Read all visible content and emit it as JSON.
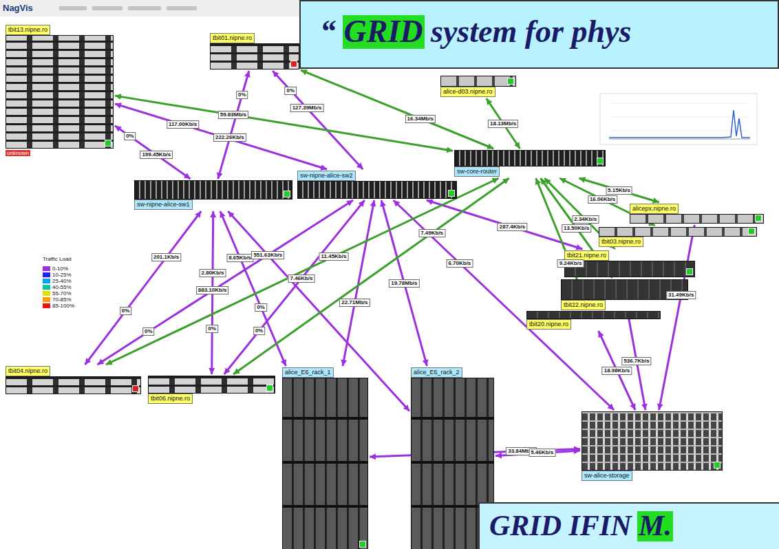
{
  "diagram": {
    "title": "“ GRID system for phys",
    "caption": "GRID IFIN M.",
    "nodes": [
      {
        "text": [
          "tbit13.nipne.ro"
        ]
      },
      {
        "text": [
          "tbit01.nipne.ro"
        ]
      },
      {
        "text": [
          "alice-d03.nipne.ro"
        ]
      },
      {
        "text": [
          "sw-core-router"
        ]
      },
      {
        "text": [
          "sw-nipne-alice-sw1"
        ]
      },
      {
        "text": [
          "sw-nipne-alice-sw2"
        ]
      },
      {
        "text": [
          "alicepx.nipne.ro"
        ]
      },
      {
        "text": [
          "tbit03.nipne.ro"
        ]
      },
      {
        "text": [
          "tbit21.nipne.ro"
        ]
      },
      {
        "text": [
          "tbit22.nipne.ro"
        ]
      },
      {
        "text": [
          "tbit20.nipne.ro"
        ]
      },
      {
        "text": [
          "tbit04.nipne.ro"
        ]
      },
      {
        "text": [
          "tbit06.nipne.ro"
        ]
      },
      {
        "text": [
          "alice_E6_rack_1"
        ]
      },
      {
        "text": [
          "alice_E6_rack_2"
        ]
      },
      {
        "text": [
          "sw-alice-storage"
        ]
      }
    ],
    "edges": [
      {
        "from": 0,
        "to": 4,
        "label": "199.45Kb/s",
        "arrow": "both"
      },
      {
        "from": 0,
        "to": 5,
        "label": "117.00Kb/s",
        "arrow": "both"
      },
      {
        "from": 1,
        "to": 4,
        "label": "222.26Kb/s",
        "arrow": "both"
      },
      {
        "from": 1,
        "to": 5,
        "label": "127.39Mb/s",
        "arrow": "both"
      },
      {
        "from": 4,
        "to": 11,
        "label": "201.1Kb/s",
        "arrow": "both"
      },
      {
        "from": 4,
        "to": 12,
        "label": "2.80Kb/s",
        "arrow": "both"
      },
      {
        "from": 4,
        "to": 13,
        "label": "8.65Kb/s",
        "arrow": "both"
      },
      {
        "from": 4,
        "to": 14,
        "label": "551.63Kb/s",
        "arrow": "both"
      },
      {
        "from": 5,
        "to": 11,
        "label": "883.10Kb/s",
        "arrow": "both"
      },
      {
        "from": 5,
        "to": 12,
        "label": "7.46Kb/s",
        "arrow": "both"
      },
      {
        "from": 5,
        "to": 13,
        "label": "22.71Mb/s",
        "arrow": "both"
      },
      {
        "from": 5,
        "to": 14,
        "label": "19.78Mb/s",
        "arrow": "both"
      },
      {
        "from": 5,
        "to": 15,
        "label": "6.70Kb/s",
        "arrow": "both"
      },
      {
        "from": 5,
        "to": 8,
        "label": "287.4Kb/s",
        "arrow": "both"
      },
      {
        "from": 13,
        "to": 15,
        "label": "33.84Mb/s",
        "arrow": "both"
      },
      {
        "from": 14,
        "to": 15,
        "label": "5.46Kb/s",
        "arrow": "both"
      },
      {
        "from": 15,
        "to": 6,
        "label": "31.49Kb/s",
        "arrow": "both"
      },
      {
        "from": 15,
        "to": 9,
        "label": "536.7Kb/s",
        "arrow": "both"
      },
      {
        "from": 15,
        "to": 10,
        "label": "18.98Kb/s",
        "arrow": "both"
      },
      {
        "from": 0,
        "to": 3,
        "label": "59.83Mb/s",
        "arrow": "both"
      },
      {
        "from": 1,
        "to": 3,
        "label": "16.34Mb/s",
        "arrow": "both"
      },
      {
        "from": 2,
        "to": 3,
        "label": "18.13Mb/s",
        "arrow": "both"
      },
      {
        "from": 3,
        "to": 6,
        "label": "5.15Kb/s",
        "arrow": "both"
      },
      {
        "from": 3,
        "to": 7,
        "label": "16.06Kb/s",
        "arrow": "both"
      },
      {
        "from": 3,
        "to": 8,
        "label": "2.34Kb/s",
        "arrow": "both"
      },
      {
        "from": 3,
        "to": 9,
        "label": "13.50Kb/s",
        "arrow": "both"
      },
      {
        "from": 3,
        "to": 10,
        "label": "9.24Kb/s",
        "arrow": "both"
      },
      {
        "from": 3,
        "to": 11,
        "label": "11.45Kb/s",
        "arrow": "both"
      },
      {
        "from": 3,
        "to": 12,
        "label": "7.49Kb/s",
        "arrow": "both"
      }
    ],
    "labels": [
      "NagVis",
      "Traffic Load",
      "unknown",
      "0%",
      "0%",
      "0%",
      "0%",
      "0%",
      "0%",
      "0%",
      "0%"
    ],
    "legend": [
      {
        "text": "0-10%",
        "color": "#9b30e0"
      },
      {
        "text": "10-25%",
        "color": "#2020ff"
      },
      {
        "text": "25-40%",
        "color": "#00a0ff"
      },
      {
        "text": "40-55%",
        "color": "#00c8a0"
      },
      {
        "text": "55-70%",
        "color": "#e0e000"
      },
      {
        "text": "70-85%",
        "color": "#ff9900"
      },
      {
        "text": "85-100%",
        "color": "#ee1111"
      }
    ]
  }
}
